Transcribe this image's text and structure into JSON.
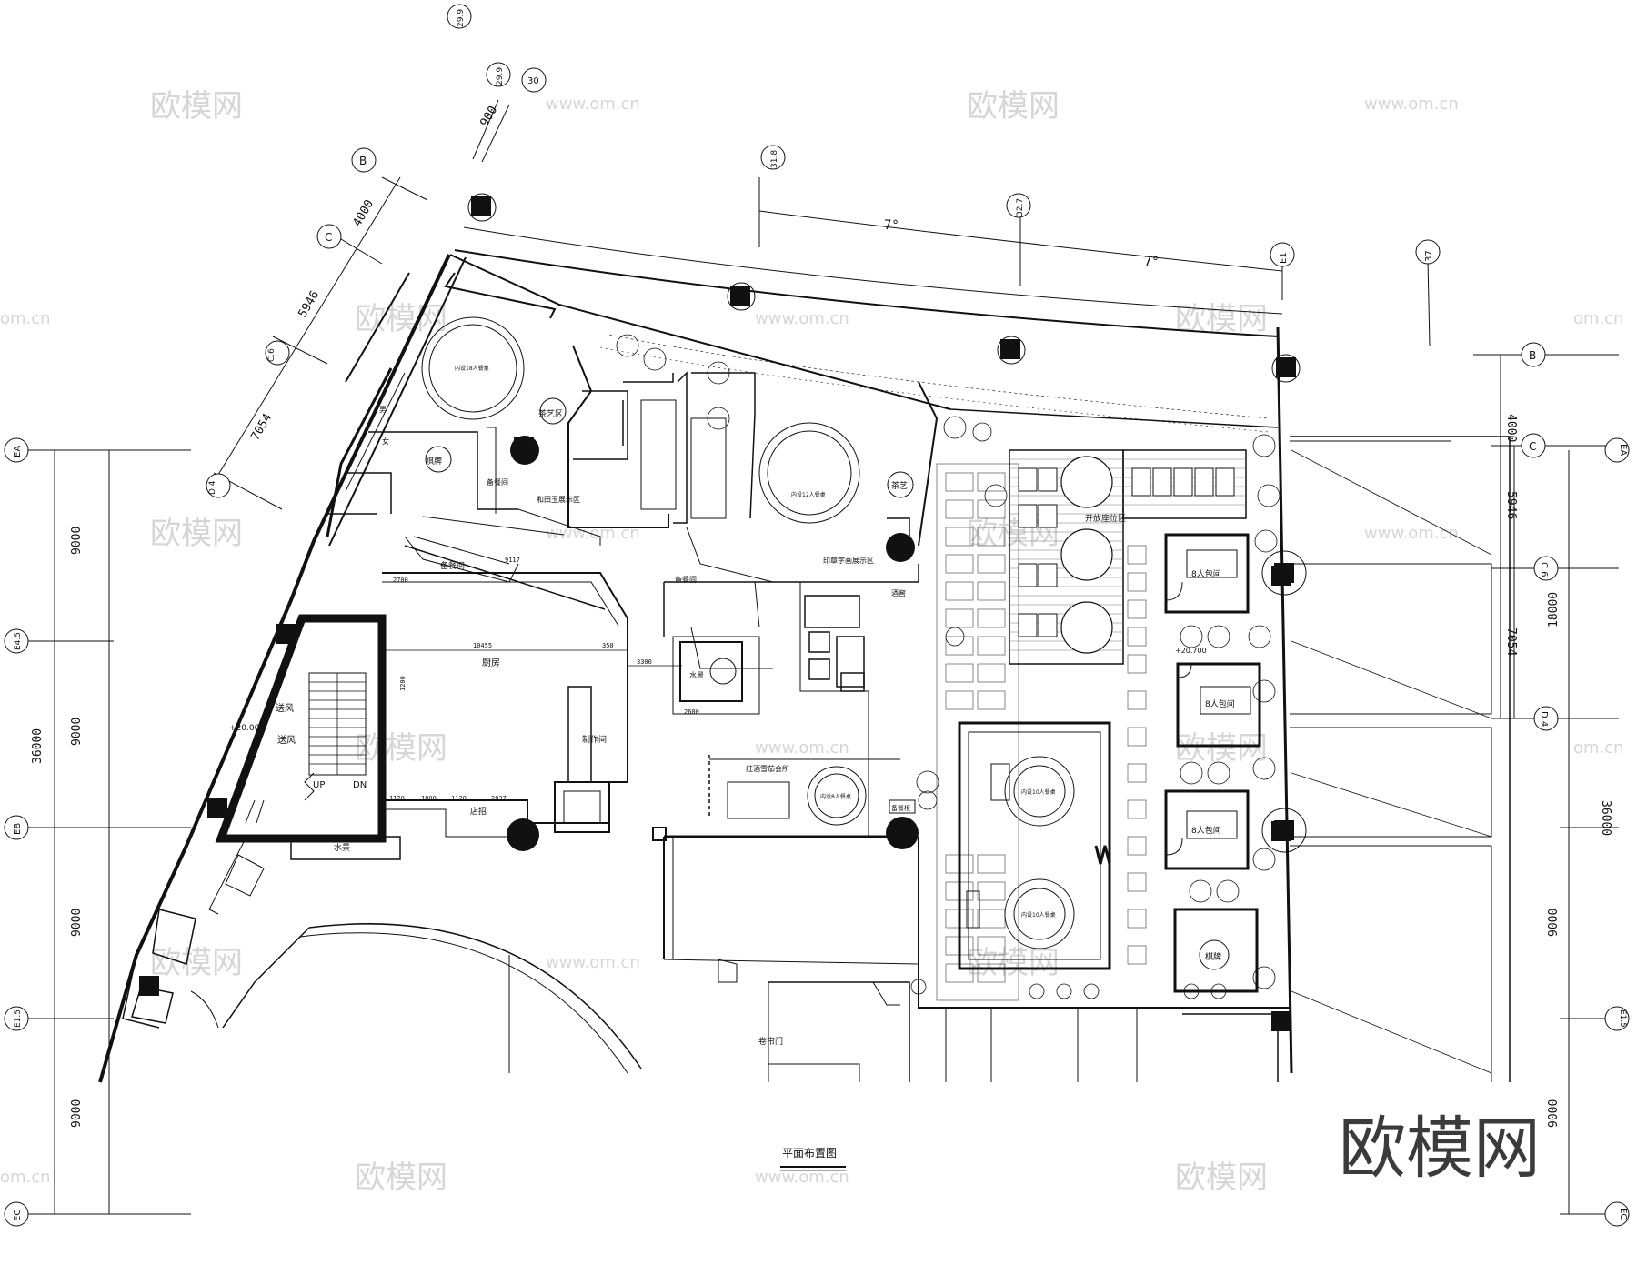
{
  "drawing": {
    "title": "平面布置图"
  },
  "watermark": {
    "brand": "欧模网",
    "url": "www.om.cn",
    "url_short": "om.cn",
    "big_mark": "欧模网"
  },
  "grid_bubbles": {
    "B": "B",
    "C": "C",
    "C6": "C.6",
    "D4": "D.4",
    "EA": "EA",
    "EB": "EB",
    "EC": "EC",
    "E5": "E1.5",
    "E4": "E4.5",
    "g29": "29.9",
    "g30": "30",
    "g318": "31.8",
    "g327": "32.7",
    "gE1": "E1",
    "g37": "37"
  },
  "dimensions": {
    "d900": "900",
    "d4000": "4000",
    "d5946": "5946",
    "d7054": "7054",
    "d9000": "9000",
    "d18000": "18000",
    "d36000": "36000",
    "ang1": "7°",
    "ang2": "7°",
    "k10455": "10455",
    "k350": "350",
    "k3300": "3300",
    "k1120": "1120",
    "k1800": "1800",
    "k2037": "2037",
    "k2600": "2600",
    "k1200": "1200",
    "k2700": "2700",
    "k9117": "9117"
  },
  "rooms": {
    "tea_area": "茶艺区",
    "tea_area2": "茶艺",
    "chess_room": "棋牌",
    "chess_room2": "棋牌",
    "prep_room": "备餐间",
    "prep_room2": "备餐间",
    "prep_room3": "备餐间",
    "jade_display": "和田玉展示区",
    "seal_display": "印章字画展示区",
    "kitchen": "厨房",
    "production_room": "制作间",
    "wine_club": "红酒雪茄会所",
    "water_feature": "水景",
    "water_feature2": "水景",
    "reception": "店招",
    "open_seating": "开放座位区",
    "private8a": "8人包间",
    "private8b": "8人包间",
    "private8c": "8人包间",
    "wine_cellar": "酒窖",
    "up": "UP",
    "dn": "DN",
    "roller_door": "卷帘门",
    "elev_plus": "+20.000",
    "elev_plus2": "+20.700",
    "stair_label": "送风",
    "stair_label2": "送风",
    "wc_men": "男",
    "wc_women": "女",
    "hall_tag": "备餐柜",
    "dining18": "内设18人餐桌",
    "dining12": "内设12人餐桌",
    "dining10a": "内设10人餐桌",
    "dining10b": "内设10人餐桌",
    "dining8": "内设8人餐桌"
  }
}
